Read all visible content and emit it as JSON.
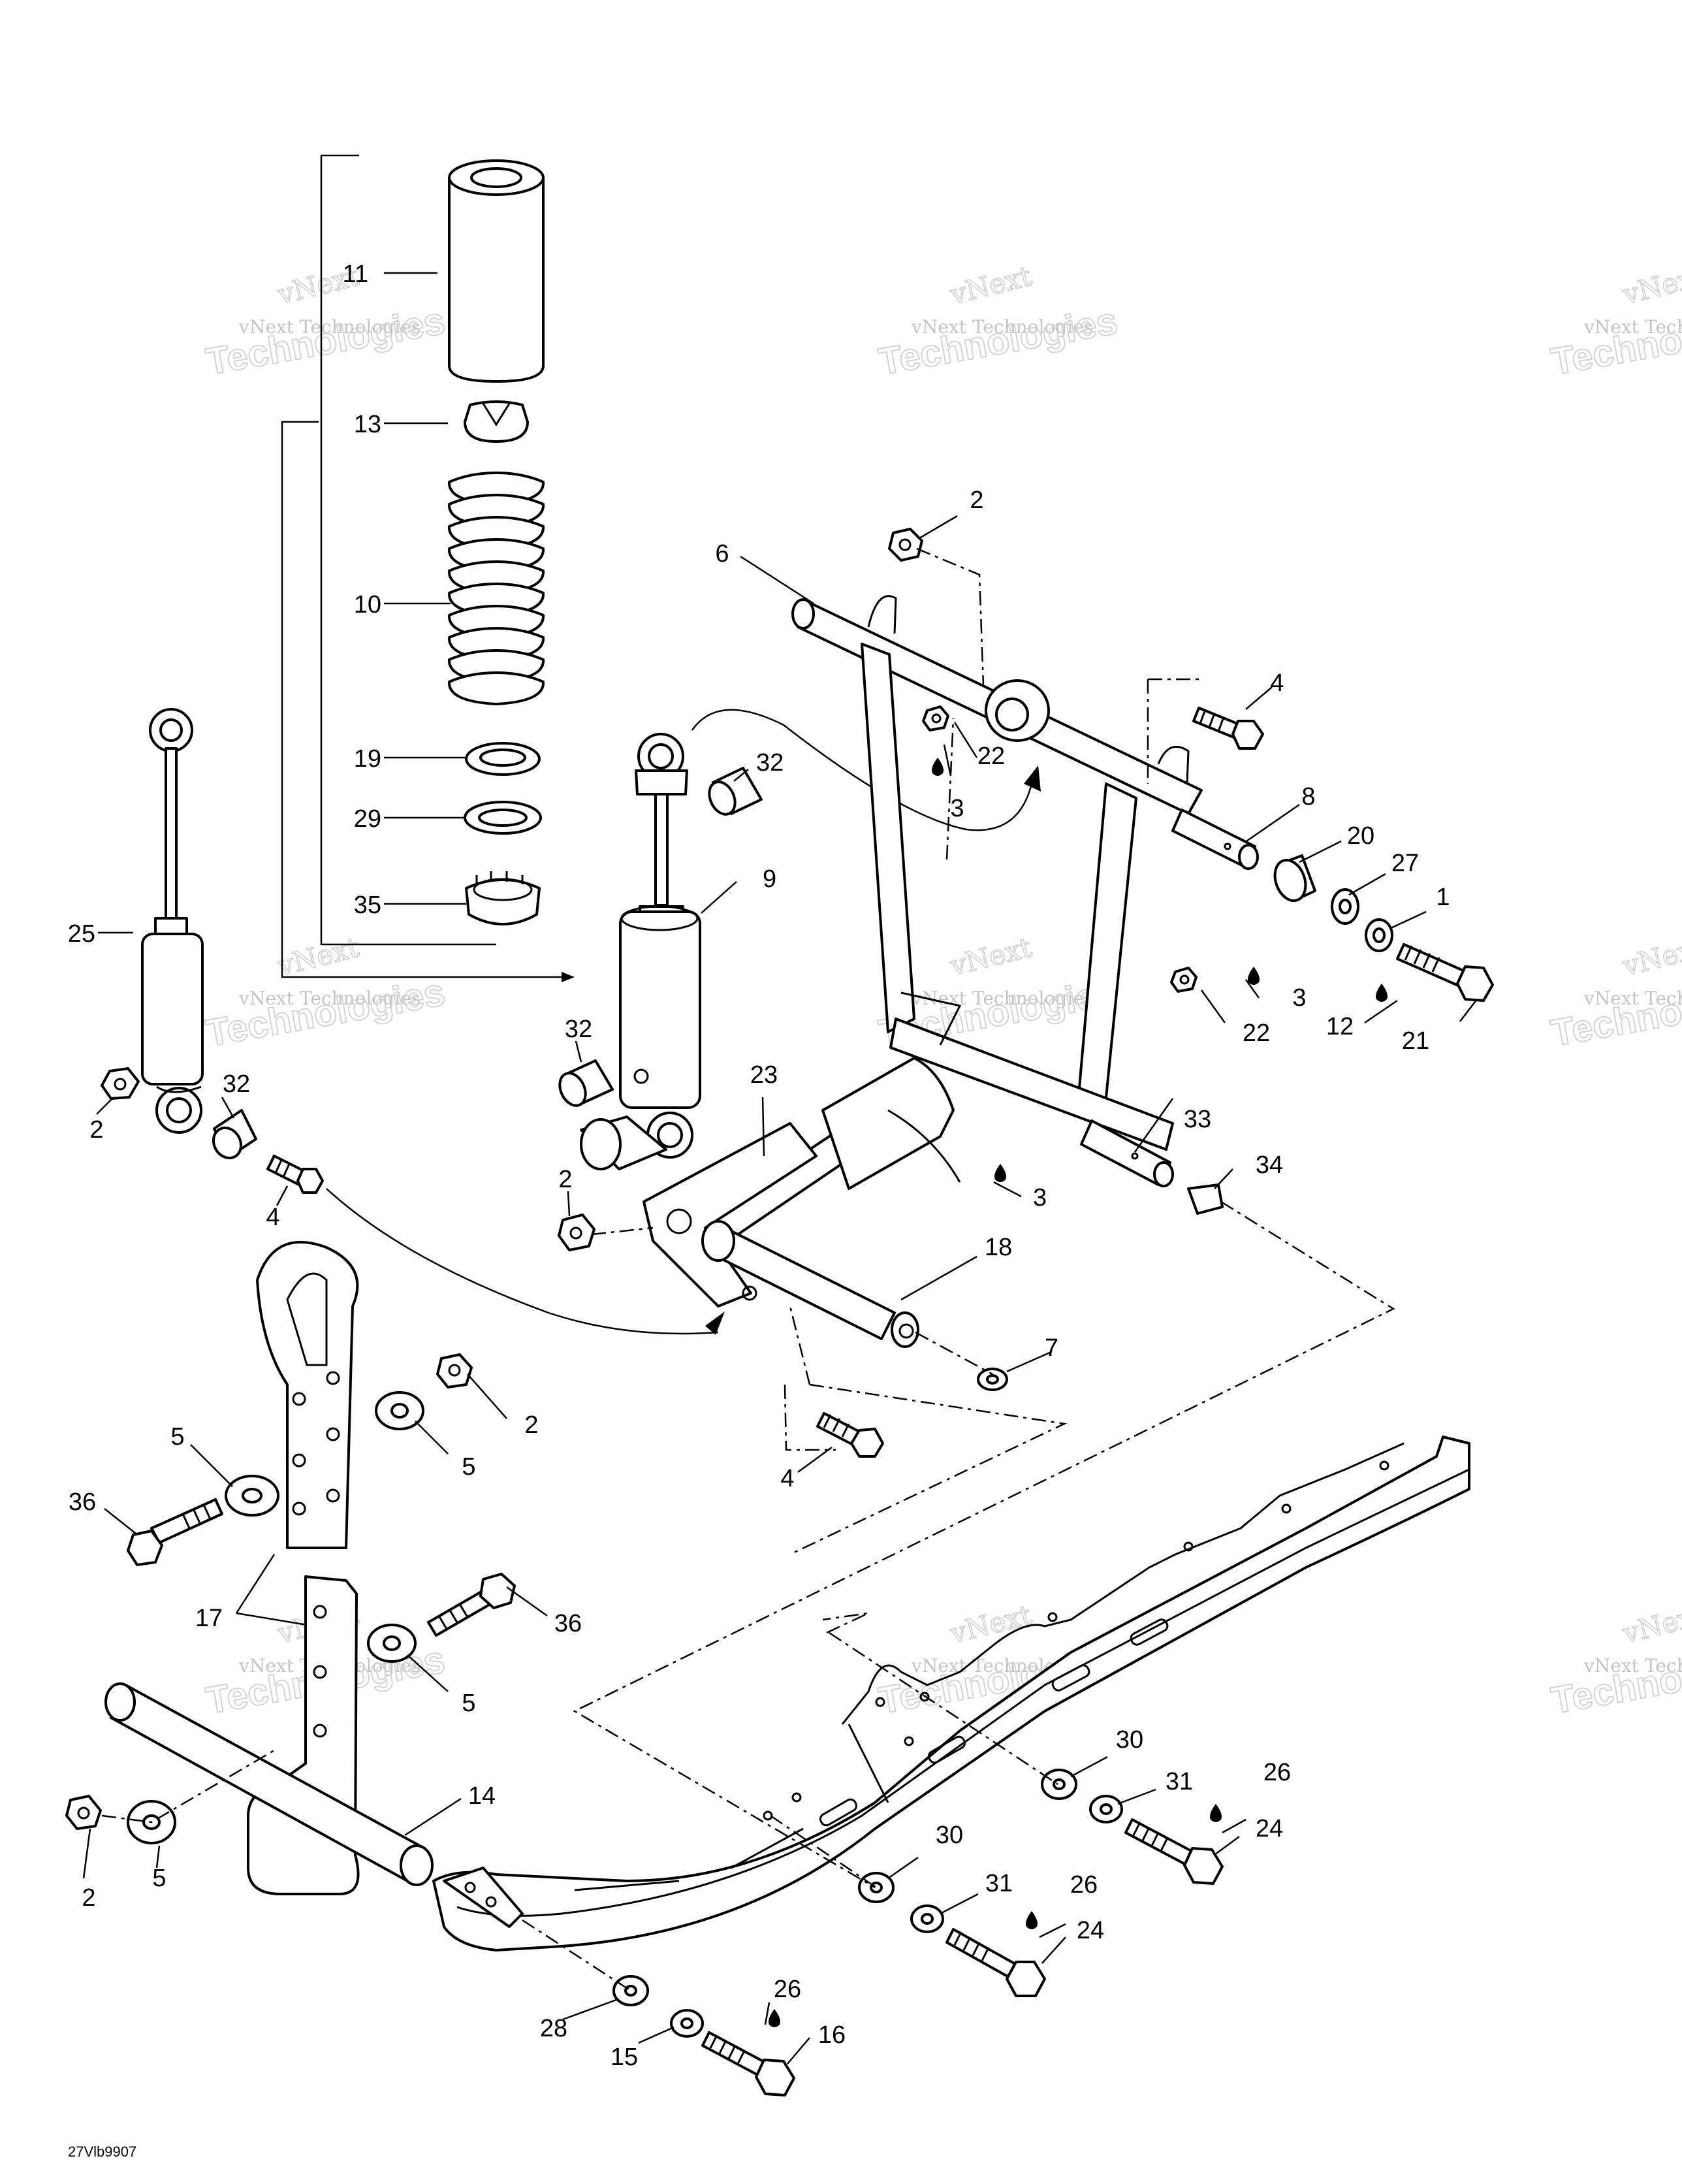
{
  "callouts": [
    {
      "id": "c11a",
      "text": "11"
    },
    {
      "id": "c13",
      "text": "13"
    },
    {
      "id": "c10",
      "text": "10"
    },
    {
      "id": "c19",
      "text": "19"
    },
    {
      "id": "c29",
      "text": "29"
    },
    {
      "id": "c35",
      "text": "35"
    },
    {
      "id": "c25",
      "text": "25"
    },
    {
      "id": "c2a",
      "text": "2"
    },
    {
      "id": "c32a",
      "text": "32"
    },
    {
      "id": "c4a",
      "text": "4"
    },
    {
      "id": "c32b",
      "text": "32"
    },
    {
      "id": "c9",
      "text": "9"
    },
    {
      "id": "c32c",
      "text": "32"
    },
    {
      "id": "c23",
      "text": "23"
    },
    {
      "id": "c2b",
      "text": "2"
    },
    {
      "id": "c3a",
      "text": "3"
    },
    {
      "id": "c18",
      "text": "18"
    },
    {
      "id": "c7",
      "text": "7"
    },
    {
      "id": "c4b",
      "text": "4"
    },
    {
      "id": "c6",
      "text": "6"
    },
    {
      "id": "c2c",
      "text": "2"
    },
    {
      "id": "c4c",
      "text": "4"
    },
    {
      "id": "c22a",
      "text": "22"
    },
    {
      "id": "c3b",
      "text": "3"
    },
    {
      "id": "c8",
      "text": "8"
    },
    {
      "id": "c20",
      "text": "20"
    },
    {
      "id": "c27",
      "text": "27"
    },
    {
      "id": "c1",
      "text": "1"
    },
    {
      "id": "c3c",
      "text": "3"
    },
    {
      "id": "c22b",
      "text": "22"
    },
    {
      "id": "c12",
      "text": "12"
    },
    {
      "id": "c21",
      "text": "21"
    },
    {
      "id": "c33",
      "text": "33"
    },
    {
      "id": "c34",
      "text": "34"
    },
    {
      "id": "c2d",
      "text": "2"
    },
    {
      "id": "c5a",
      "text": "5"
    },
    {
      "id": "c5b",
      "text": "5"
    },
    {
      "id": "c36a",
      "text": "36"
    },
    {
      "id": "c17",
      "text": "17"
    },
    {
      "id": "c36b",
      "text": "36"
    },
    {
      "id": "c5c",
      "text": "5"
    },
    {
      "id": "c2e",
      "text": "2"
    },
    {
      "id": "c5d",
      "text": "5"
    },
    {
      "id": "c14",
      "text": "14"
    },
    {
      "id": "c30a",
      "text": "30"
    },
    {
      "id": "c31a",
      "text": "31"
    },
    {
      "id": "c26a",
      "text": "26"
    },
    {
      "id": "c24a",
      "text": "24"
    },
    {
      "id": "c30b",
      "text": "30"
    },
    {
      "id": "c31b",
      "text": "31"
    },
    {
      "id": "c26b",
      "text": "26"
    },
    {
      "id": "c24b",
      "text": "24"
    },
    {
      "id": "c28",
      "text": "28"
    },
    {
      "id": "c26c",
      "text": "26"
    },
    {
      "id": "c15",
      "text": "15"
    },
    {
      "id": "c16",
      "text": "16"
    }
  ],
  "drawing_code": "27Vlb9907",
  "watermark": {
    "line1": "vNext Technologies",
    "word1": "vNext",
    "word2": "Technologies"
  }
}
